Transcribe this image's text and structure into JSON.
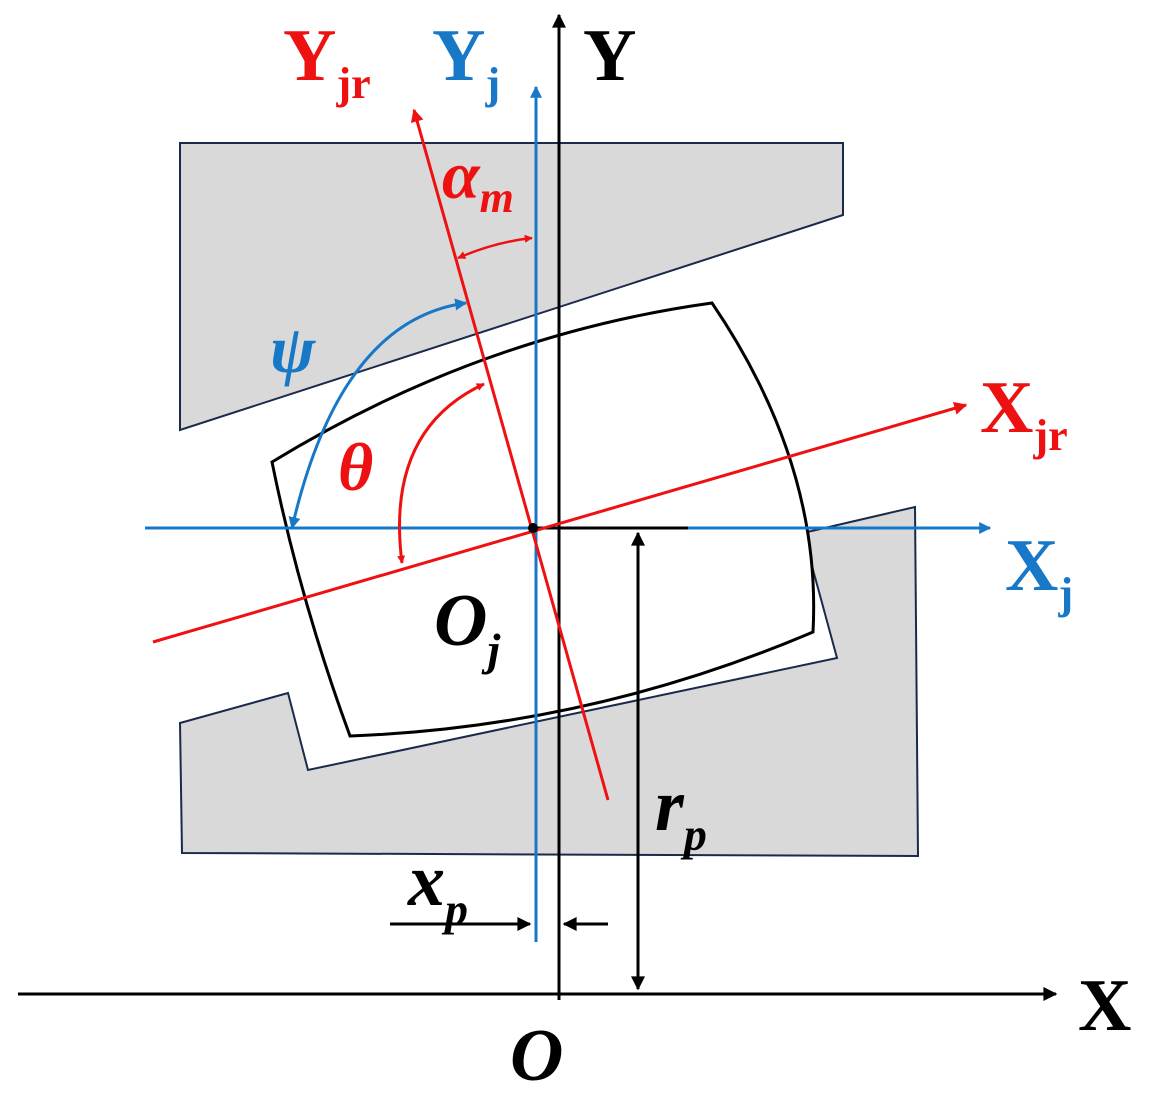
{
  "colors": {
    "global_axes": "#000000",
    "joint_axes": "#1878c8",
    "rotated_axes": "#ee1111",
    "support_fill": "#d9d9d9",
    "support_stroke": "#1a2a4a",
    "block_stroke": "#000000"
  },
  "labels": {
    "Y_main": "Y",
    "Y_jr_main": "Y",
    "Y_jr_sub": "jr",
    "Y_j_main": "Y",
    "Y_j_sub": "j",
    "alpha_main": "α",
    "alpha_sub": "m",
    "psi": "ψ",
    "theta": "θ",
    "X_jr_main": "X",
    "X_jr_sub": "jr",
    "X_j_main": "X",
    "X_j_sub": "j",
    "O_j_main": "O",
    "O_j_sub": "j",
    "r_p_main": "r",
    "r_p_sub": "p",
    "x_p_main": "x",
    "x_p_sub": "p",
    "X_main": "X",
    "O_main": "O"
  }
}
